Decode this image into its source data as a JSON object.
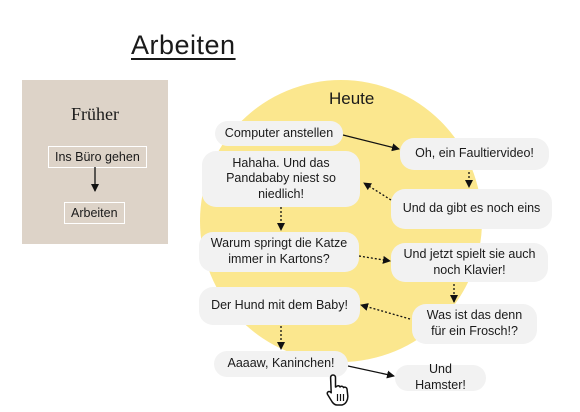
{
  "title": "Arbeiten",
  "frueher": {
    "title": "Früher",
    "step1": "Ins Büro gehen",
    "step2": "Arbeiten"
  },
  "heute": {
    "title": "Heute",
    "items": {
      "computer": "Computer anstellen",
      "faultier": "Oh, ein Faultiervideo!",
      "hahaha": "Hahaha. Und das Pandababy niest so niedlich!",
      "undda": "Und da gibt es noch eins",
      "katze": "Warum springt die Katze immer in Kartons?",
      "klavier": "Und jetzt spielt sie auch noch Klavier!",
      "hund": "Der Hund mit dem Baby!",
      "frosch": "Was ist das denn für ein Frosch!?",
      "kaninchen": "Aaaaw, Kaninchen!",
      "hamster": "Und Hamster!"
    }
  },
  "colors": {
    "panel": "#ddd3c8",
    "sun": "#fbe78e",
    "pill": "#f2f2f2"
  },
  "icons": [
    "hand-pointer-icon"
  ]
}
